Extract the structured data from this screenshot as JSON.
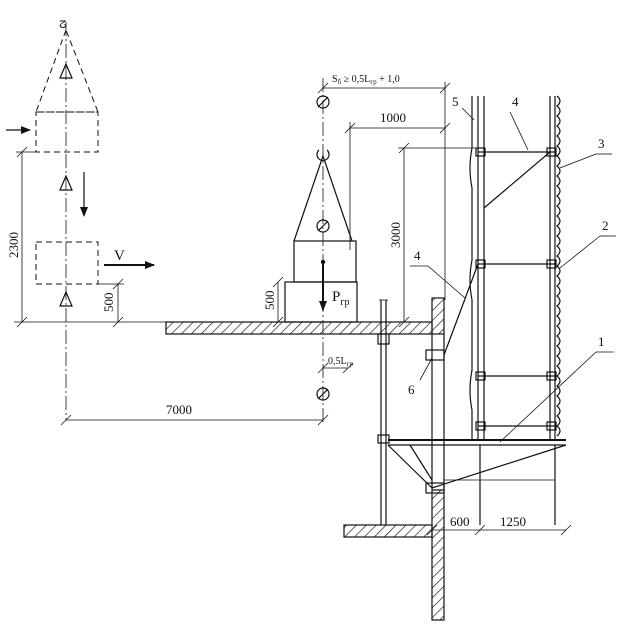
{
  "dimensions": {
    "height_2300": "2300",
    "height_500_left": "500",
    "length_7000": "7000",
    "clearance_1000": "1000",
    "height_3000": "3000",
    "height_500_load": "500",
    "offset_half_length": "0,5L",
    "offset_half_length_sub": "гр",
    "width_600": "600",
    "width_1250": "1250",
    "spacing_formula_prefix": "S",
    "spacing_formula_sub": "б",
    "spacing_formula_mid": " ≥ 0,5L",
    "spacing_formula_sub2": "гр",
    "spacing_formula_suffix": " + 1,0"
  },
  "labels": {
    "velocity": "V",
    "load_force": "P",
    "load_force_sub": "гр"
  },
  "callouts": [
    "1",
    "2",
    "3",
    "4",
    "4",
    "5",
    "6"
  ],
  "colors": {
    "ink": "#111111",
    "paper": "#ffffff"
  }
}
